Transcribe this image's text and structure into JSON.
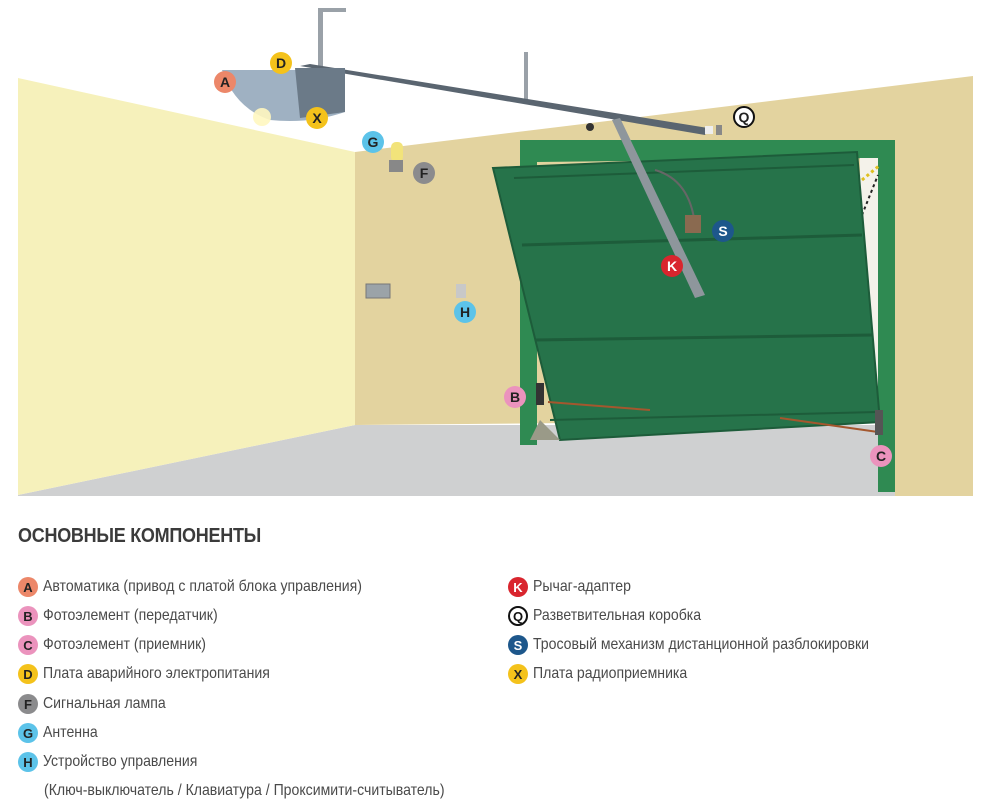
{
  "legend": {
    "title": "ОСНОВНЫЕ КОМПОНЕНТЫ",
    "items": [
      {
        "letter": "A",
        "label": "Автоматика (привод с платой блока управления)",
        "color": "#ec8769",
        "text_color": "#222"
      },
      {
        "letter": "B",
        "label": "Фотоэлемент (передатчик)",
        "color": "#eb93bd",
        "text_color": "#222"
      },
      {
        "letter": "C",
        "label": "Фотоэлемент (приемник)",
        "color": "#eb93bd",
        "text_color": "#222"
      },
      {
        "letter": "D",
        "label": "Плата аварийного электропитания",
        "color": "#f4c21b",
        "text_color": "#222"
      },
      {
        "letter": "F",
        "label": "Сигнальная лампа",
        "color": "#8b8b8d",
        "text_color": "#222"
      },
      {
        "letter": "G",
        "label": "Антенна",
        "color": "#5cc3e9",
        "text_color": "#222"
      },
      {
        "letter": "H",
        "label": "Устройство управления",
        "color": "#5cc3e9",
        "text_color": "#222"
      },
      {
        "letter": "K",
        "label": "Рычаг-адаптер",
        "color": "#d9252e",
        "text_color": "#fff"
      },
      {
        "letter": "Q",
        "label": "Разветвительная коробка",
        "color": "#ffffff",
        "text_color": "#111"
      },
      {
        "letter": "S",
        "label": "Тросовый механизм дистанционной разблокировки",
        "color": "#1d578b",
        "text_color": "#fff"
      },
      {
        "letter": "X",
        "label": "Плата радиоприемника",
        "color": "#f4c21b",
        "text_color": "#222"
      }
    ],
    "h_continuation": "(Ключ-выключатель / Клавиатура / Проксимити-считыватель)"
  }
}
